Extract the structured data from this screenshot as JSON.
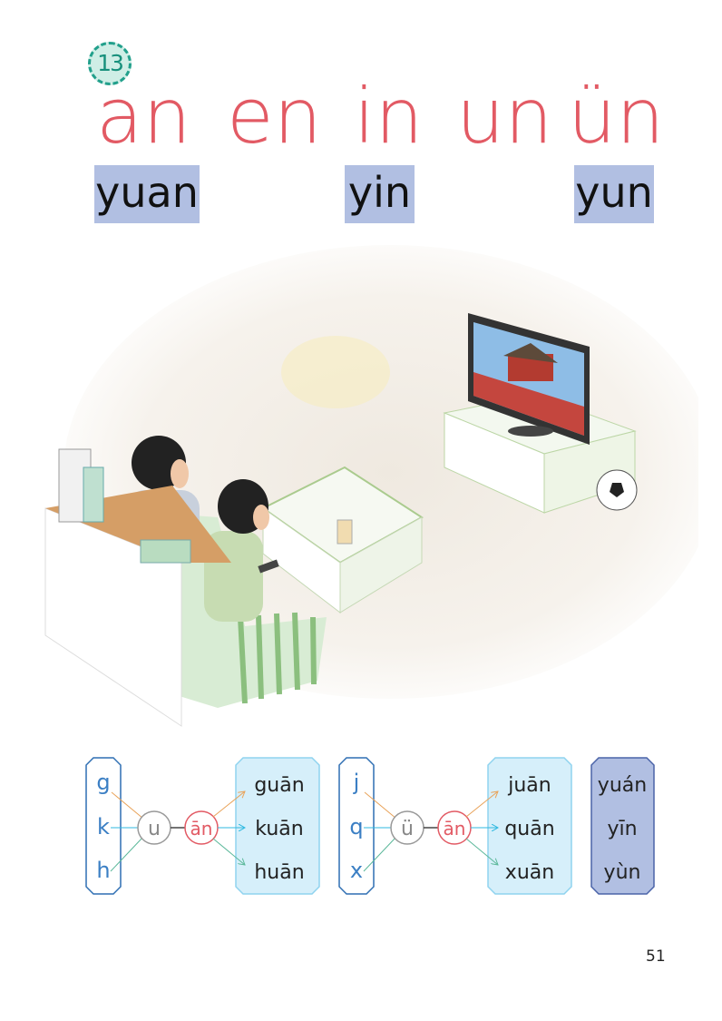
{
  "lesson_number": "13",
  "finals": [
    "an",
    "en",
    "in",
    "un",
    "ün"
  ],
  "whole_syllables": [
    "yuan",
    "yin",
    "yun"
  ],
  "diagram1": {
    "initials": [
      "g",
      "k",
      "h"
    ],
    "medial": "u",
    "final": "ān",
    "results": [
      "guān",
      "kuān",
      "huān"
    ]
  },
  "diagram2": {
    "initials": [
      "j",
      "q",
      "x"
    ],
    "medial": "ü",
    "final": "ān",
    "results": [
      "juān",
      "quān",
      "xuān"
    ]
  },
  "toned_syllables": [
    "yuán",
    "yīn",
    "yùn"
  ],
  "page_number": "51",
  "colors": {
    "final_red": "#e25a64",
    "syllable_bg": "#b1bfe2",
    "initial_blue": "#3b7fc4",
    "result_bg": "#d6effa"
  }
}
